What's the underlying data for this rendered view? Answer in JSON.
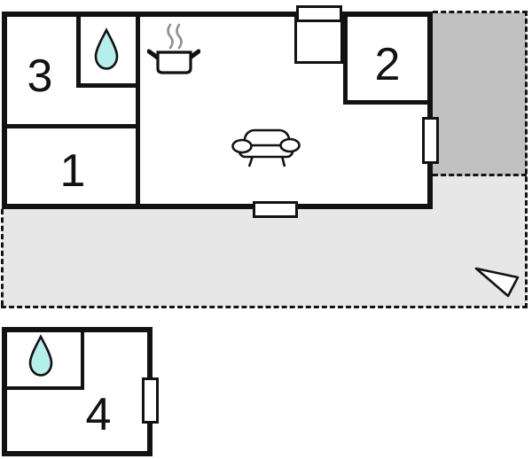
{
  "floor_plan": {
    "type": "house-floor-plan",
    "rooms": [
      {
        "label": "1"
      },
      {
        "label": "2"
      },
      {
        "label": "3"
      },
      {
        "label": "4"
      }
    ],
    "icons": [
      "water-drop-icon",
      "water-drop-icon",
      "cooking-pot-icon",
      "sofa-icon",
      "north-arrow-icon"
    ],
    "colors": {
      "wall": "#121212",
      "terrace_fill": "#c1c1c1",
      "plot_fill": "#e7e7e7",
      "water_fill": "#b5efec",
      "steam": "#8f8f8f",
      "background": "#ffffff"
    }
  }
}
